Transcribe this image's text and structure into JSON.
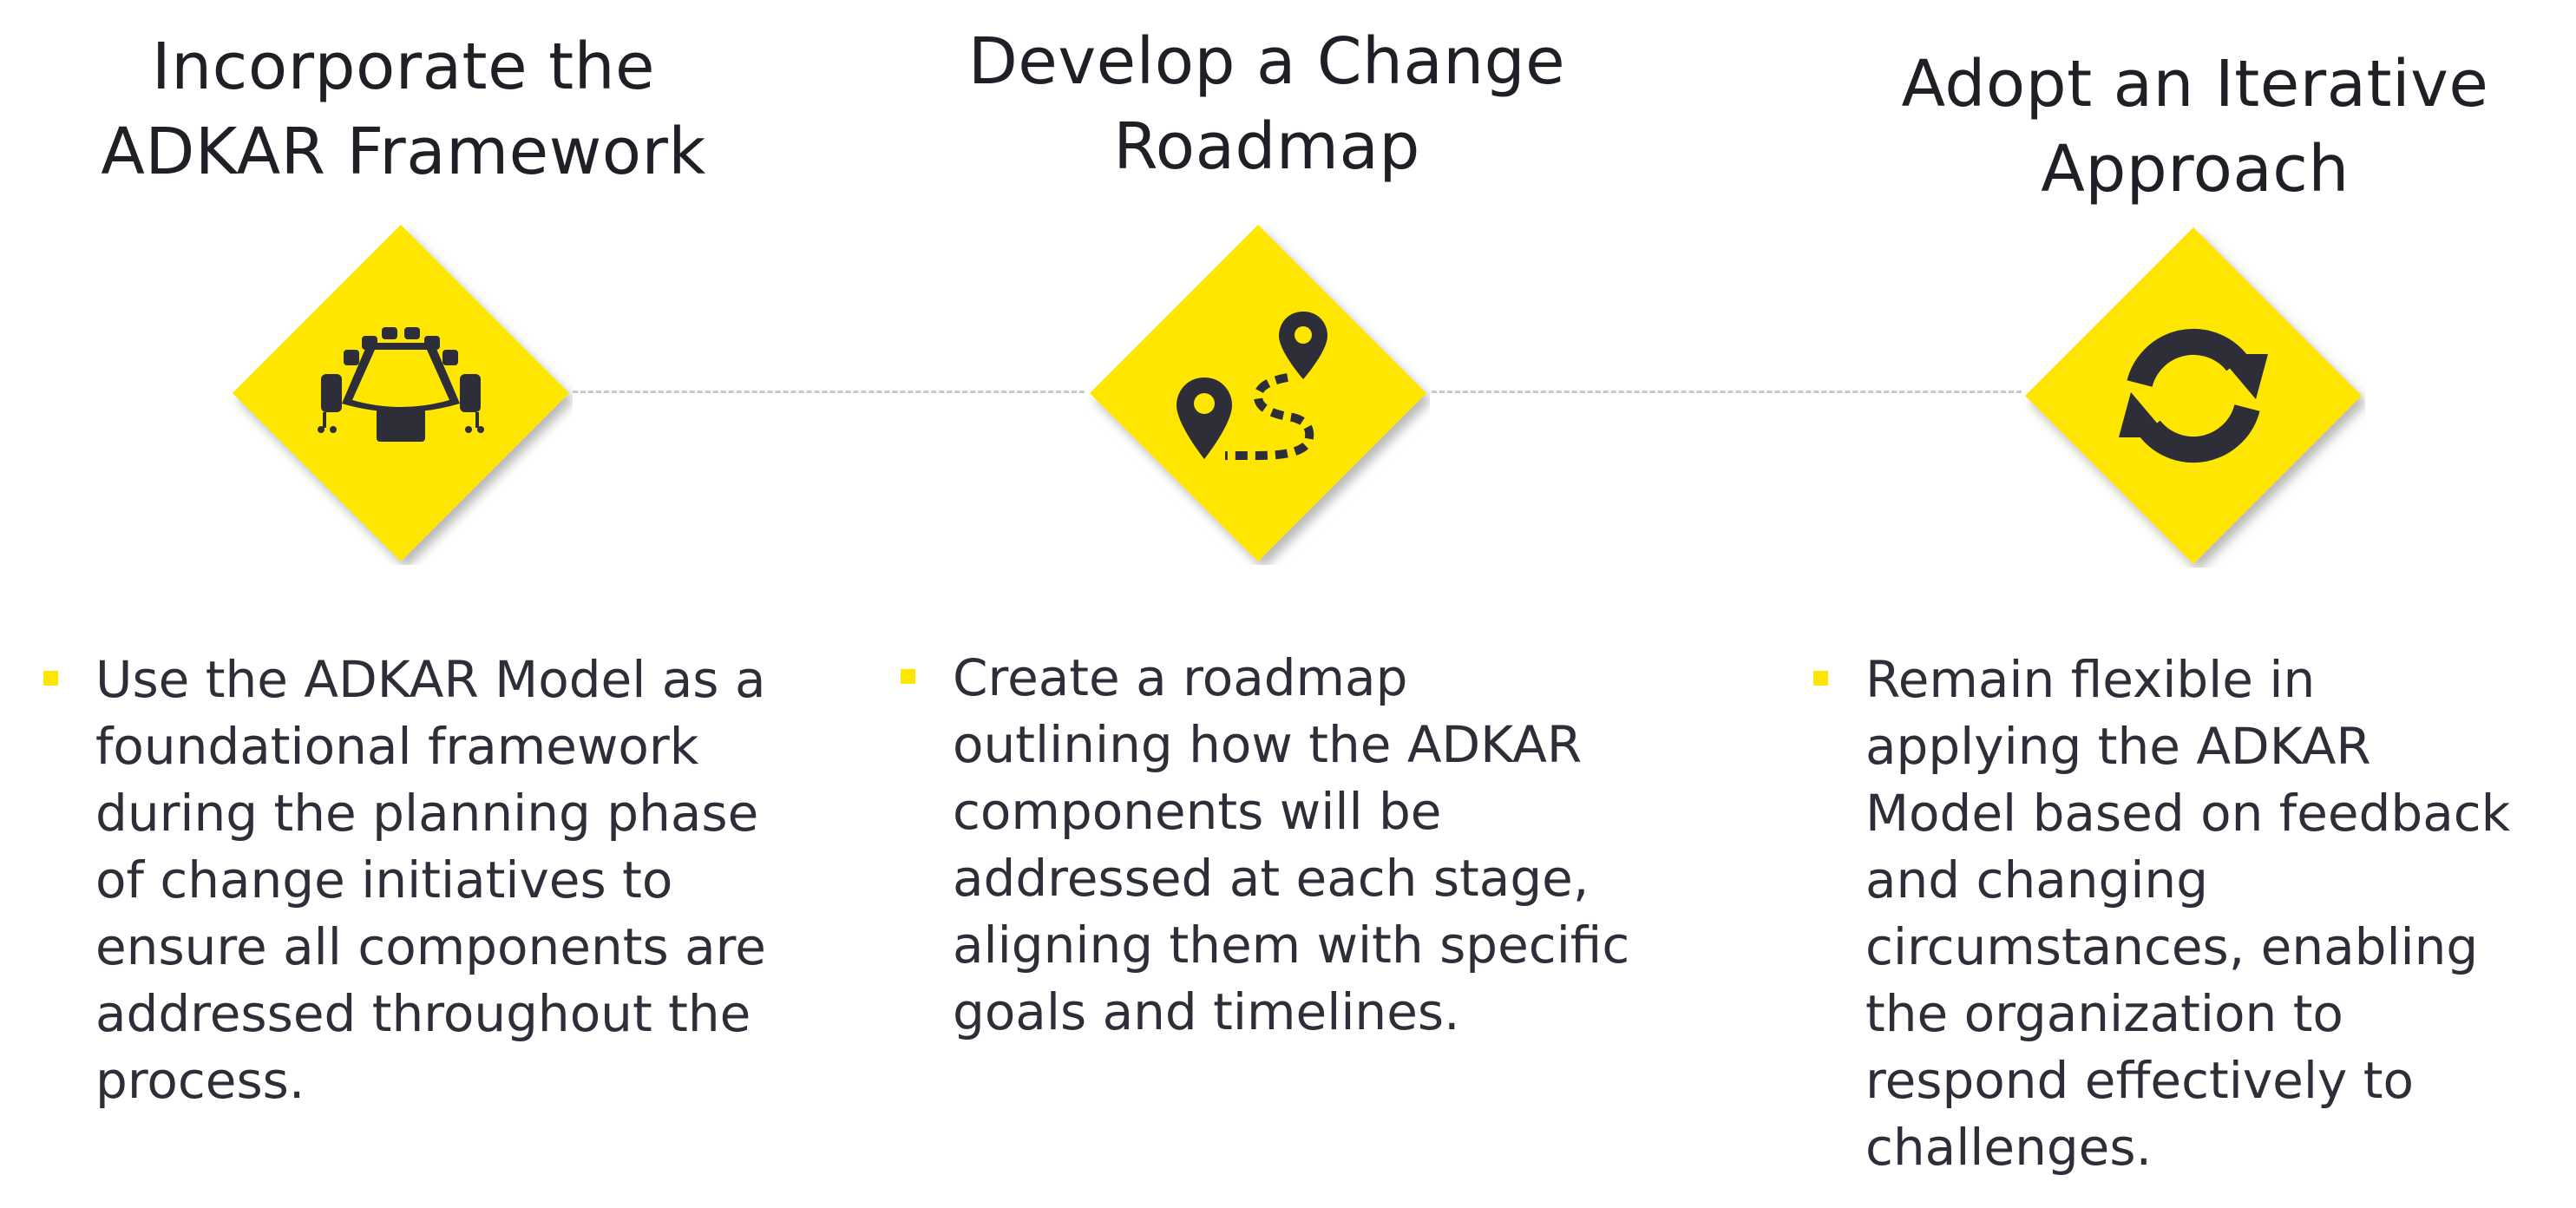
{
  "colors": {
    "accent": "#ffe600",
    "icon": "#2e2e38",
    "connector": "#c9c9cc",
    "text": "#2e2e38"
  },
  "steps": [
    {
      "title": "Incorporate the\nADKAR Framework",
      "icon": "conference-table-icon",
      "text": "Use the ADKAR Model as a\nfoundational framework\nduring the planning phase\nof change initiatives to\nensure all components are\naddressed throughout the\nprocess."
    },
    {
      "title": "Develop a Change\nRoadmap",
      "icon": "roadmap-route-icon",
      "text": "Create a roadmap\noutlining how the ADKAR\ncomponents will be\naddressed at each stage,\naligning them with specific\ngoals and timelines."
    },
    {
      "title": "Adopt an Iterative\nApproach",
      "icon": "refresh-cycle-icon",
      "text": "Remain flexible in\napplying the ADKAR\nModel based on feedback\nand changing\ncircumstances, enabling\nthe organization to\nrespond effectively to\nchallenges."
    }
  ]
}
